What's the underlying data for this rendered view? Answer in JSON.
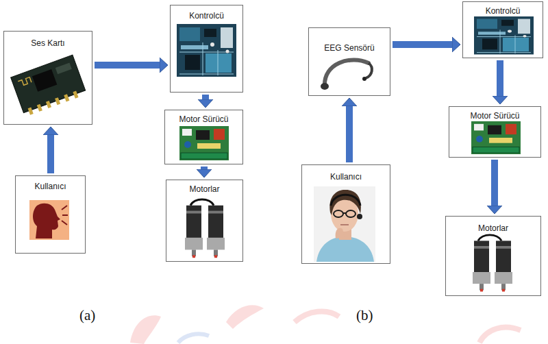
{
  "diagram": {
    "nodes": [
      {
        "text": [
          "Ses Kartı"
        ]
      },
      {
        "text": [
          "Kullanıcı"
        ]
      },
      {
        "text": [
          "Kontrolcü"
        ]
      },
      {
        "text": [
          "Motor Sürücü"
        ]
      },
      {
        "text": [
          "Motorlar"
        ]
      },
      {
        "text": [
          "EEG Sensörü"
        ]
      },
      {
        "text": [
          "Kullanıcı"
        ]
      },
      {
        "text": [
          "Kontrolcü"
        ]
      },
      {
        "text": [
          "Motor Sürücü"
        ]
      },
      {
        "text": [
          "Motorlar"
        ]
      }
    ],
    "edges": [
      {
        "from": 1,
        "to": 0,
        "arrow": "to"
      },
      {
        "from": 0,
        "to": 2,
        "arrow": "to"
      },
      {
        "from": 2,
        "to": 3,
        "arrow": "to"
      },
      {
        "from": 3,
        "to": 4,
        "arrow": "to"
      },
      {
        "from": 6,
        "to": 5,
        "arrow": "to"
      },
      {
        "from": 5,
        "to": 7,
        "arrow": "to"
      },
      {
        "from": 7,
        "to": 8,
        "arrow": "to"
      },
      {
        "from": 8,
        "to": 9,
        "arrow": "to"
      }
    ],
    "labels": [
      "(a)",
      "(b)"
    ]
  }
}
